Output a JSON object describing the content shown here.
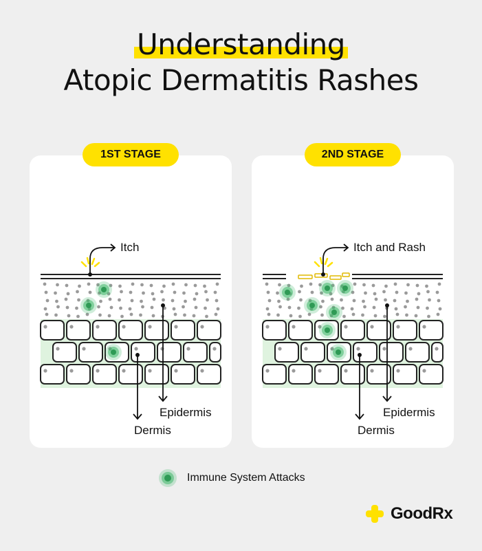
{
  "title": {
    "line1": "Understanding",
    "line2": "Atopic Dermatitis Rashes"
  },
  "colors": {
    "highlight": "#ffe100",
    "immune": "#3fb86a",
    "dermis_tint": "#dff3df",
    "background": "#efefef"
  },
  "stages": [
    {
      "badge": "1ST STAGE",
      "surface_label": "Itch",
      "epidermis_label": "Epidermis",
      "dermis_label": "Dermis"
    },
    {
      "badge": "2ND STAGE",
      "surface_label": "Itch and Rash",
      "epidermis_label": "Epidermis",
      "dermis_label": "Dermis"
    }
  ],
  "legend": {
    "label": "Immune System Attacks",
    "icon": "immune-cell-icon"
  },
  "brand": {
    "name": "GoodRx",
    "icon": "plus-logo-icon"
  }
}
